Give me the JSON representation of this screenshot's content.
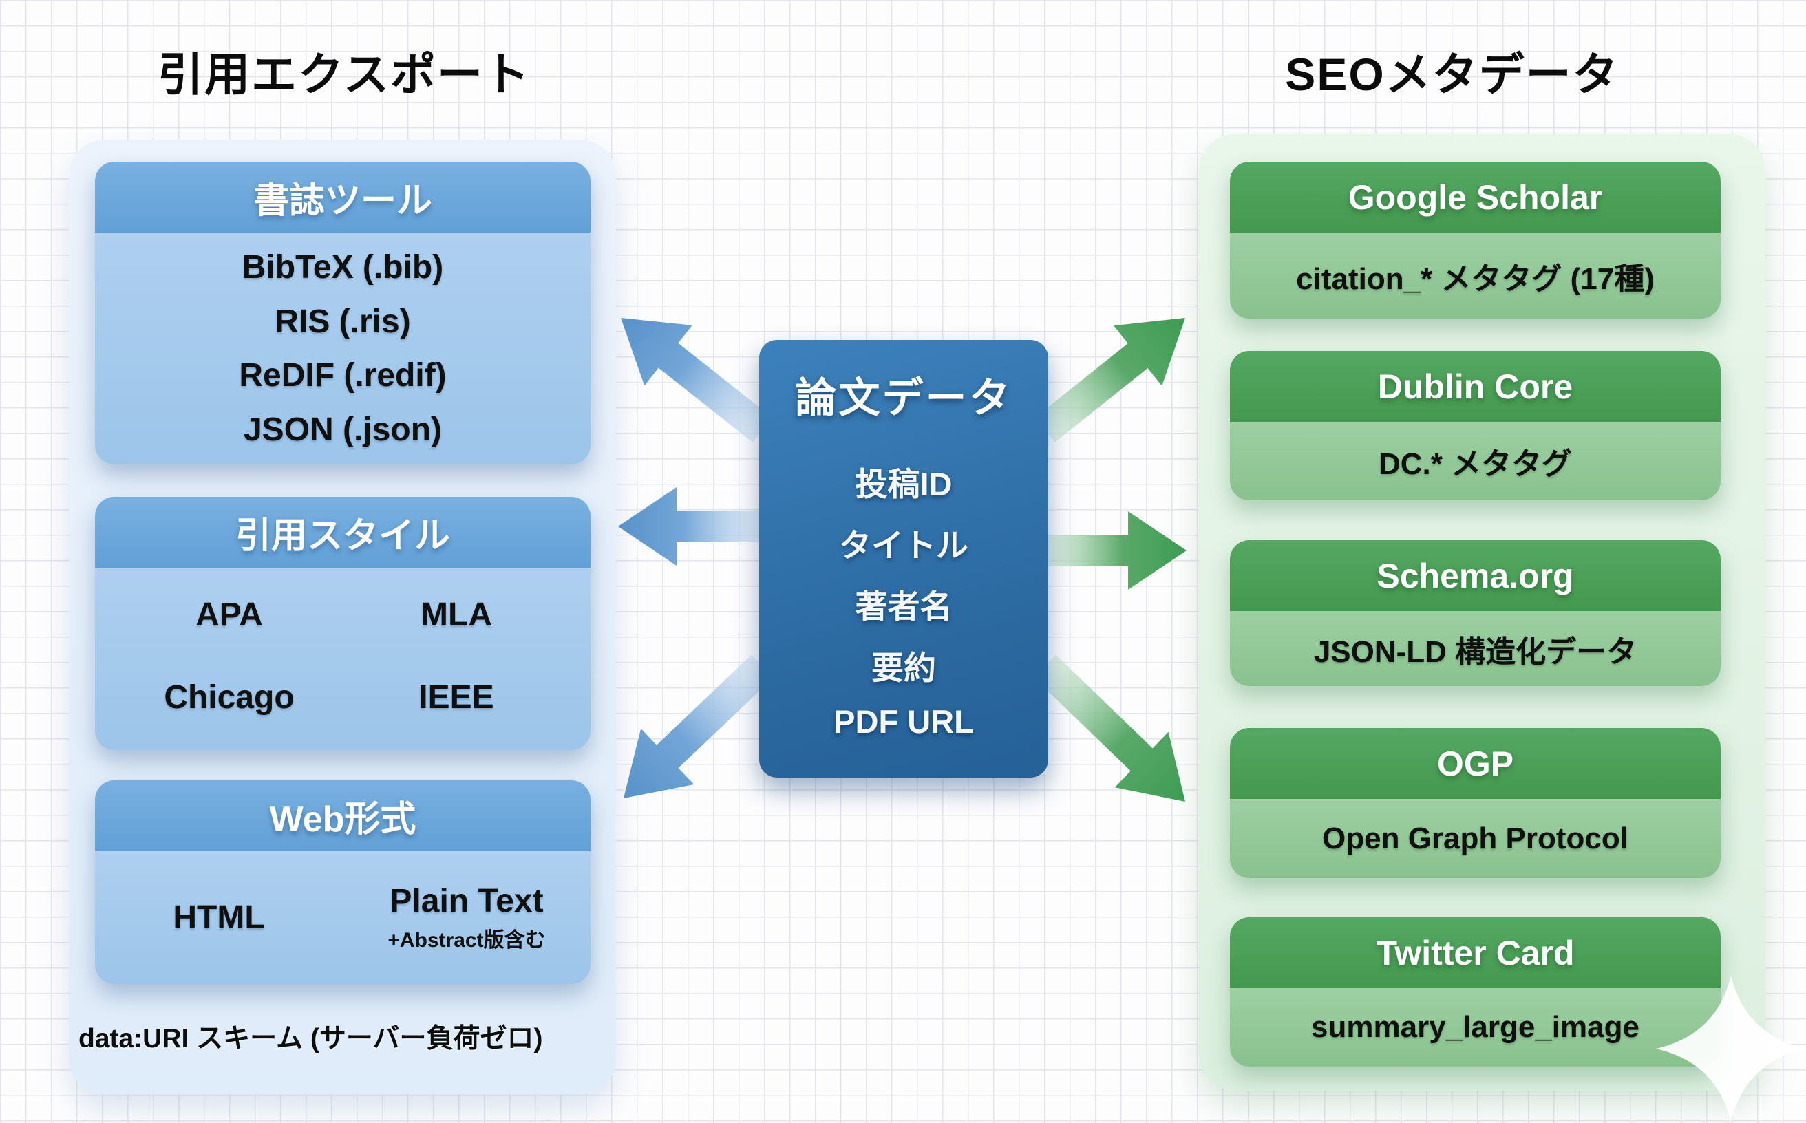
{
  "titles": {
    "left": "引用エクスポート",
    "right": "SEOメタデータ"
  },
  "left_panel": {
    "boxes": [
      {
        "header": "書誌ツール",
        "items": [
          "BibTeX (.bib)",
          "RIS (.ris)",
          "ReDIF (.redif)",
          "JSON (.json)"
        ]
      },
      {
        "header": "引用スタイル",
        "items": [
          "APA",
          "MLA",
          "Chicago",
          "IEEE"
        ]
      },
      {
        "header": "Web形式",
        "items": [
          "HTML",
          "Plain Text"
        ],
        "note": "+Abstract版含む"
      }
    ],
    "footnote": "data:URI スキーム (サーバー負荷ゼロ)"
  },
  "center_box": {
    "title": "論文データ",
    "fields": [
      "投稿ID",
      "タイトル",
      "著者名",
      "要約",
      "PDF URL"
    ]
  },
  "right_panel": {
    "boxes": [
      {
        "header": "Google Scholar",
        "body": "citation_* メタタグ (17種)"
      },
      {
        "header": "Dublin Core",
        "body": "DC.* メタタグ"
      },
      {
        "header": "Schema.org",
        "body": "JSON-LD 構造化データ"
      },
      {
        "header": "OGP",
        "body": "Open Graph Protocol"
      },
      {
        "header": "Twitter Card",
        "body": "summary_large_image"
      }
    ]
  },
  "icons": {
    "sparkle": "four-point-sparkle"
  },
  "colors": {
    "blue_header": "#6aa6db",
    "blue_body": "#a5cbec",
    "center_blue": "#2e6da6",
    "green_header": "#4b9f58",
    "green_body": "#93c998",
    "panel_left": "#e7f0fa",
    "panel_right": "#e3f3e5",
    "arrow_blue": "#5792c9",
    "arrow_green": "#3d9c52",
    "grid_line": "#e4e6ec",
    "text_dark": "#101010",
    "text_light": "#ffffff"
  }
}
